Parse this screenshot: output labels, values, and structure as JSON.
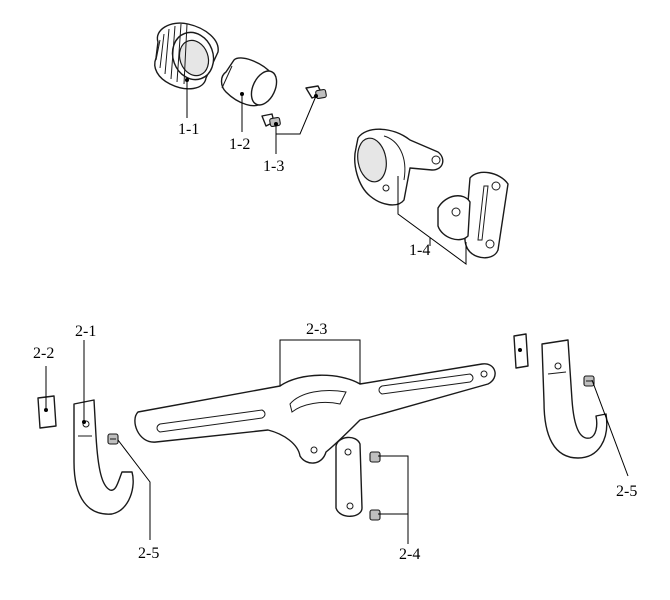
{
  "labels": {
    "p1_1": "1-1",
    "p1_2": "1-2",
    "p1_3": "1-3",
    "p1_4": "1-4",
    "p2_1": "2-1",
    "p2_2": "2-2",
    "p2_3": "2-3",
    "p2_4": "2-4",
    "p2_5_left": "2-5",
    "p2_5_right": "2-5"
  }
}
